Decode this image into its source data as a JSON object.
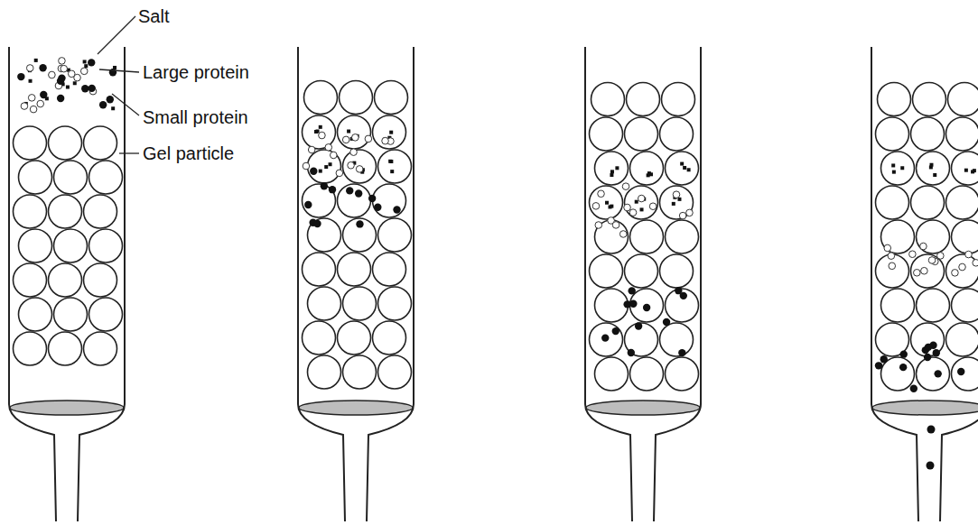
{
  "diagram": {
    "labels": [
      "Salt",
      "Large protein",
      "Small protein",
      "Gel particle"
    ]
  }
}
